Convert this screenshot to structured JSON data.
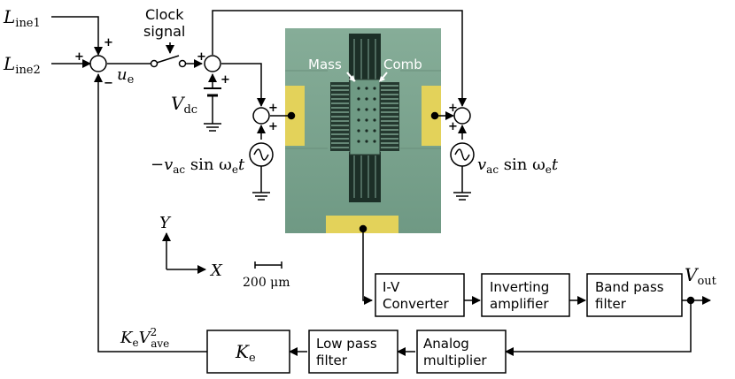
{
  "inputs": {
    "line1": "L",
    "line1_sub": "ine1",
    "line2": "L",
    "line2_sub": "ine2",
    "ue": "u",
    "ue_sub": "e",
    "vdc": "V",
    "vdc_sub": "dc"
  },
  "clock": {
    "line1": "Clock",
    "line2": "signal"
  },
  "ac_sources": {
    "left": "−v",
    "left_sub": "ac",
    "left_rest": " sin ω",
    "left_sub2": "e",
    "left_t": "t",
    "right": "v",
    "right_sub": "ac",
    "right_rest": " sin ω",
    "right_sub2": "e",
    "right_t": "t"
  },
  "photo": {
    "mass": "Mass",
    "comb": "Comb"
  },
  "axes": {
    "y": "Y",
    "x": "X",
    "scale": "200 μm"
  },
  "blocks": {
    "iv_1": "I-V",
    "iv_2": "Converter",
    "inv_1": "Inverting",
    "inv_2": "amplifier",
    "bp_1": "Band pass",
    "bp_2": "filter",
    "lp_1": "Low pass",
    "lp_2": "filter",
    "am_1": "Analog",
    "am_2": "multiplier",
    "ke": "K",
    "ke_sub": "e"
  },
  "outputs": {
    "vout": "V",
    "vout_sub": "out",
    "kev": "K",
    "kev_sub": "e",
    "kev_v": "V",
    "kev_sup": "2",
    "kev_sub2": "ave"
  },
  "signs": {
    "plus": "+",
    "minus": "−"
  },
  "colors": {
    "photo_green": "#7fa892",
    "pad_yellow": "#e3d25a",
    "line": "#000000"
  }
}
